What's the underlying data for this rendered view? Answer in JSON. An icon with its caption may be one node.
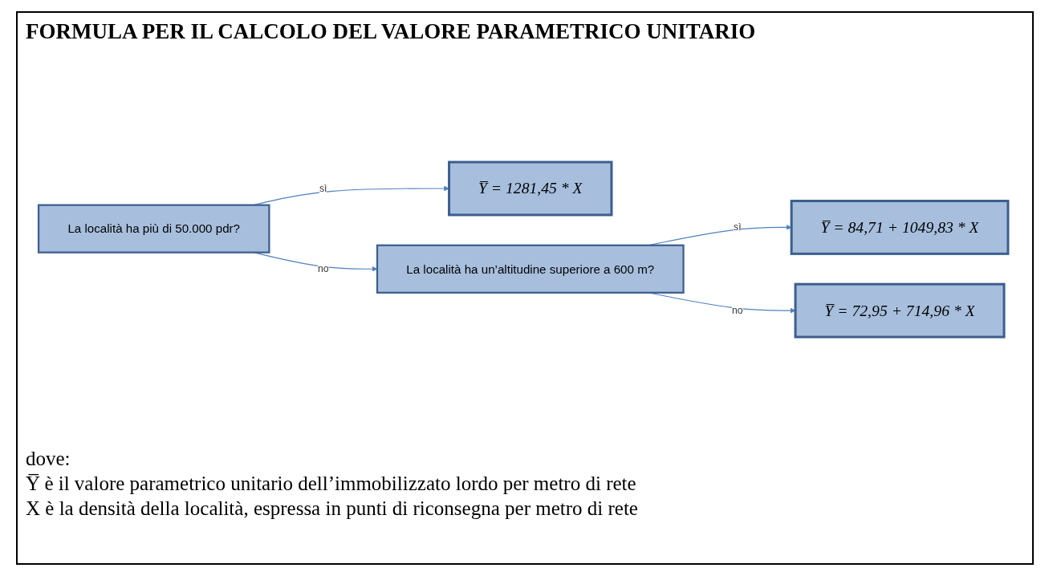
{
  "diagram": {
    "title": "FORMULA PER IL CALCOLO DEL VALORE PARAMETRICO UNITARIO",
    "nodes": [
      {
        "text": [
          "La località ha più di 50.000 pdr?"
        ]
      },
      {
        "text": [
          "Y̅ = 1281,45 * X"
        ]
      },
      {
        "text": [
          "La località ha un’altitudine superiore a 600 m?"
        ]
      },
      {
        "text": [
          "Y̅ = 84,71 + 1049,83 * X"
        ]
      },
      {
        "text": [
          "Y̅ = 72,95 + 714,96 * X"
        ]
      }
    ],
    "edges": [
      {
        "from": 0,
        "to": 1,
        "arrow": "to",
        "label": "sì"
      },
      {
        "from": 0,
        "to": 2,
        "arrow": "to",
        "label": "no"
      },
      {
        "from": 2,
        "to": 3,
        "arrow": "to",
        "label": "sì"
      },
      {
        "from": 2,
        "to": 4,
        "arrow": "to",
        "label": "no"
      }
    ],
    "labels": [
      "dove:",
      "Y̅ è il valore parametrico unitario dell’immobilizzato lordo per metro di rete",
      "X è la densità della località, espressa in punti di riconsegna per metro di rete"
    ]
  }
}
